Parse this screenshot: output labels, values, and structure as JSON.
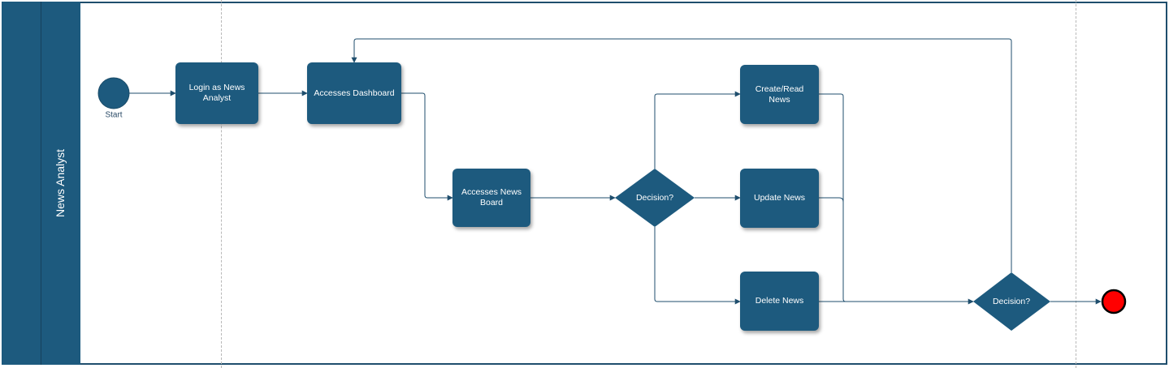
{
  "lane": {
    "title": "News Analyst"
  },
  "start_event": {
    "label": "Start"
  },
  "tasks": {
    "login": "Login as News Analyst",
    "dashboard": "Accesses Dashboard",
    "news_board": "Accesses News Board",
    "create_read": "Create/Read News",
    "update": "Update News",
    "delete": "Delete News"
  },
  "gateways": {
    "decision_1": "Decision?",
    "decision_2": "Decision?"
  },
  "colors": {
    "node_fill": "#1d5a7e",
    "connector": "#1f4e6d",
    "end_event": "#ff0000",
    "phase_divider": "#b8b8b8"
  }
}
